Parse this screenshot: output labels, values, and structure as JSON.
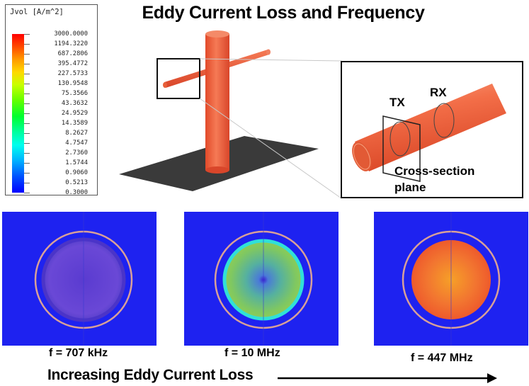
{
  "title": "Eddy Current Loss and Frequency",
  "legend": {
    "title": "Jvol [A/m^2]",
    "ticks": [
      "3000.0000",
      "1194.3220",
      "687.2806",
      "395.4772",
      "227.5733",
      "130.9548",
      "75.3566",
      "43.3632",
      "24.9529",
      "14.3589",
      "8.2627",
      "4.7547",
      "2.7360",
      "1.5744",
      "0.9060",
      "0.5213",
      "0.3000"
    ]
  },
  "inset": {
    "tx_label": "TX",
    "rx_label": "RX",
    "plane_label_line1": "Cross-section",
    "plane_label_line2": "plane"
  },
  "panels": [
    {
      "freq": "f = 707 kHz"
    },
    {
      "freq": "f = 10 MHz"
    },
    {
      "freq": "f = 447 MHz"
    }
  ],
  "caption": "Increasing Eddy Current Loss",
  "colors": {
    "field_background": "#1e22f0",
    "rod": "#f0633f",
    "ground": "#3a3a3a",
    "coil": "#d8a098"
  }
}
